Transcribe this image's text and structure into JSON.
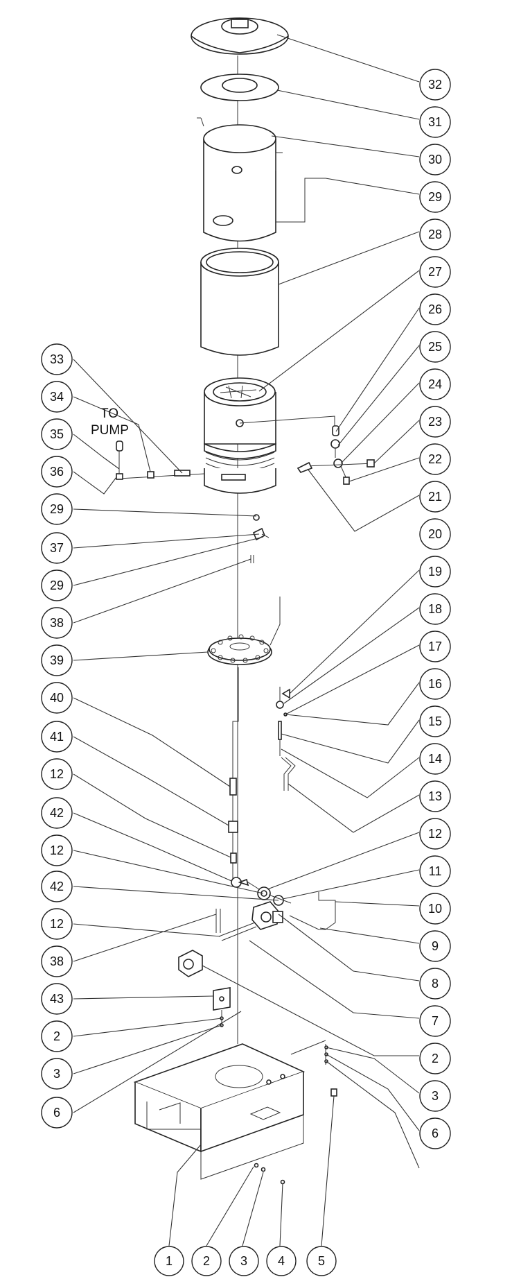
{
  "note": {
    "line1": "TO",
    "line2": "PUMP"
  },
  "callouts": {
    "c32": "32",
    "c31": "31",
    "c30": "30",
    "c29a": "29",
    "c28": "28",
    "c27": "27",
    "c26": "26",
    "c25": "25",
    "c24": "24",
    "c23": "23",
    "c22": "22",
    "c21": "21",
    "c20": "20",
    "c19": "19",
    "c18": "18",
    "c17": "17",
    "c16": "16",
    "c15": "15",
    "c14": "14",
    "c13": "13",
    "c12r": "12",
    "c11": "11",
    "c10": "10",
    "c9": "9",
    "c8": "8",
    "c7": "7",
    "c2r": "2",
    "c3r": "3",
    "c6r": "6",
    "c33": "33",
    "c34": "34",
    "c35": "35",
    "c36": "36",
    "c29b": "29",
    "c37": "37",
    "c29c": "29",
    "c38a": "38",
    "c39": "39",
    "c40": "40",
    "c41": "41",
    "c12a": "12",
    "c42a": "42",
    "c12b": "12",
    "c42b": "42",
    "c12c": "12",
    "c38b": "38",
    "c43": "43",
    "c2l": "2",
    "c3l": "3",
    "c6l": "6",
    "c1": "1",
    "c2b": "2",
    "c3b": "3",
    "c4": "4",
    "c5": "5"
  }
}
